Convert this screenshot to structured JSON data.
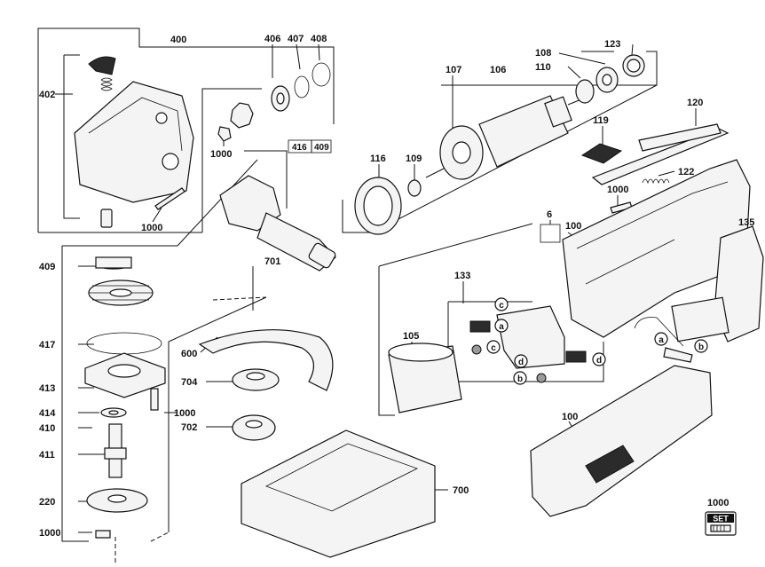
{
  "labels": {
    "p400": "400",
    "p402": "402",
    "p406": "406",
    "p407": "407",
    "p408": "408",
    "p416": "416",
    "p409a": "409",
    "p1000a": "1000",
    "p1000b": "1000",
    "p701": "701",
    "p409b": "409",
    "p417": "417",
    "p413": "413",
    "p414": "414",
    "p410": "410",
    "p1000c": "1000",
    "p411": "411",
    "p220": "220",
    "p1000d": "1000",
    "p600": "600",
    "p704": "704",
    "p702": "702",
    "p700": "700",
    "p107": "107",
    "p106": "106",
    "p108": "108",
    "p110": "110",
    "p123": "123",
    "p116": "116",
    "p109": "109",
    "p119": "119",
    "p120": "120",
    "p122": "122",
    "p1000e": "1000",
    "p6": "6",
    "p100a": "100",
    "p135": "135",
    "p133": "133",
    "p105": "105",
    "p100b": "100",
    "p1000f": "1000"
  },
  "letters": {
    "c1": "c",
    "a1": "a",
    "c2": "c",
    "d1": "d",
    "b1": "b",
    "d2": "d",
    "a2": "a",
    "b2": "b"
  },
  "set_badge": "SET",
  "colors": {
    "line": "#111111",
    "part_fill": "#f4f4f4",
    "dark_fill": "#2b2b2b"
  }
}
